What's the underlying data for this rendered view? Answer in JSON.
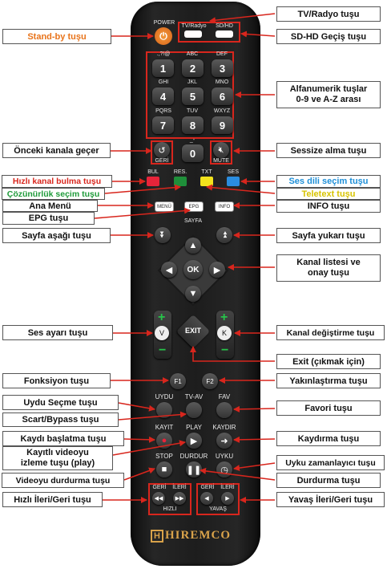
{
  "callouts": {
    "tv_radio": "TV/Radyo tuşu",
    "standby": "Stand-by tuşu",
    "sd_hd": "SD-HD Geçiş tuşu",
    "alfanumerik": "Alfanumerik tuşlar\n0-9 ve A-Z arası",
    "onceki_kanal": "Önceki kanala geçer",
    "sessize": "Sessize alma tuşu",
    "hizli_kanal": "Hızlı kanal bulma tuşu",
    "ses_dili": "Ses dili seçim tuşu",
    "cozunurluk": "Çözünürlük seçim tuşu",
    "teletext": "Teletext tuşu",
    "ana_menu": "Ana Menü",
    "info": "INFO tuşu",
    "epg": "EPG tuşu",
    "sayfa_asagi": "Sayfa aşağı tuşu",
    "sayfa_yukari": "Sayfa yukarı tuşu",
    "kanal_listesi": "Kanal listesi ve\nonay tuşu",
    "ses_ayari": "Ses ayarı tuşu",
    "kanal_degistirme": "Kanal değiştirme tuşu",
    "exit": "Exit (çıkmak için)",
    "fonksiyon": "Fonksiyon tuşu",
    "yakinlastirma": "Yakınlaştırma tuşu",
    "uydu_secme": "Uydu Seçme tuşu",
    "favori": "Favori tuşu",
    "scart": "Scart/Bypass tuşu",
    "kaydi_baslatma": "Kaydı başlatma tuşu",
    "kaydirma": "Kaydırma tuşu",
    "kayitli_video": "Kayıtlı videoyu\nizleme tuşu (play)",
    "uyku": "Uyku zamanlayıcı tuşu",
    "videoyu_durdurma": "Videoyu durdurma tuşu",
    "durdurma": "Durdurma tuşu",
    "hizli_ileri": "Hızlı İleri/Geri tuşu",
    "yavas_ileri": "Yavaş İleri/Geri tuşu"
  },
  "remote": {
    "power": "POWER",
    "tv_radio": "TV/Radyo",
    "sd_hd": "SD/HD",
    "keys": [
      "1",
      "2",
      "3",
      "4",
      "5",
      "6",
      "7",
      "8",
      "9",
      "0"
    ],
    "key_letters": [
      ".,?!@",
      "ABC",
      "DEF",
      "GHI",
      "JKL",
      "MNO",
      "PQRS",
      "TUV",
      "WXYZ",
      "_-"
    ],
    "geri": "GERİ",
    "mute": "MUTE",
    "bul": "BUL",
    "res": "RES.",
    "txt": "TXT",
    "ses": "SES",
    "menu": "MENÜ",
    "epg": "EPG",
    "info": "INFO",
    "sayfa": "SAYFA",
    "ok": "OK",
    "v": "V",
    "k": "K",
    "exit": "EXIT",
    "f1": "F1",
    "f2": "F2",
    "uydu": "UYDU",
    "tvav": "TV-AV",
    "fav": "FAV",
    "kayit": "KAYIT",
    "play": "PLAY",
    "kaydir": "KAYDIR",
    "stop": "STOP",
    "durdur": "DURDUR",
    "uyku": "UYKU",
    "geri2": "GERİ",
    "ileri": "İLERİ",
    "hizli": "HIZLI",
    "yavas": "YAVAŞ",
    "brand": "HIREMCO"
  },
  "colors": {
    "arrow": "#d8261d",
    "standby_text": "#e8731a",
    "red_text": "#d8261d",
    "green_text": "#1f9b3a",
    "blue_text": "#1e8fd8",
    "yellow_text": "#d7c300",
    "red_key": "#e8243a",
    "green_key": "#1f8f3a",
    "yellow_key": "#f2e21c",
    "blue_key": "#2a8de0",
    "vol_plus": "#27c44a"
  }
}
